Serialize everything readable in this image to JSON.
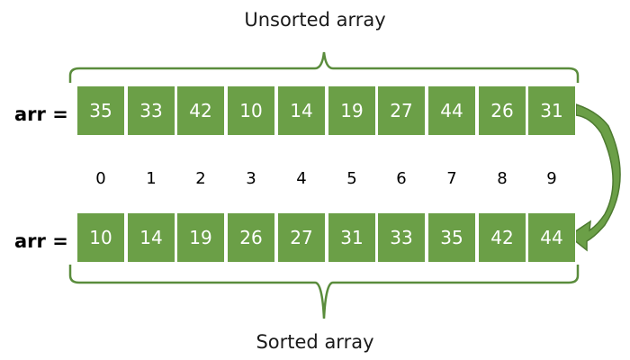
{
  "labels": {
    "unsorted_caption": "Unsorted array",
    "sorted_caption": "Sorted array",
    "arr_label_top": "arr =",
    "arr_label_bottom": "arr ="
  },
  "unsorted": [
    "35",
    "33",
    "42",
    "10",
    "14",
    "19",
    "27",
    "44",
    "26",
    "31"
  ],
  "indices": [
    "0",
    "1",
    "2",
    "3",
    "4",
    "5",
    "6",
    "7",
    "8",
    "9"
  ],
  "sorted": [
    "10",
    "14",
    "19",
    "26",
    "27",
    "31",
    "33",
    "35",
    "42",
    "44"
  ],
  "colors": {
    "cell_fill": "#6b9f47",
    "cell_border": "#ffffff",
    "brace": "#5a8c3c",
    "arrow": "#6b9f47",
    "arrow_outline": "#4d7a30"
  },
  "icons": {
    "top_brace": "curly-brace-icon",
    "bottom_brace": "curly-brace-icon",
    "sort_arrow": "curved-arrow-icon"
  }
}
